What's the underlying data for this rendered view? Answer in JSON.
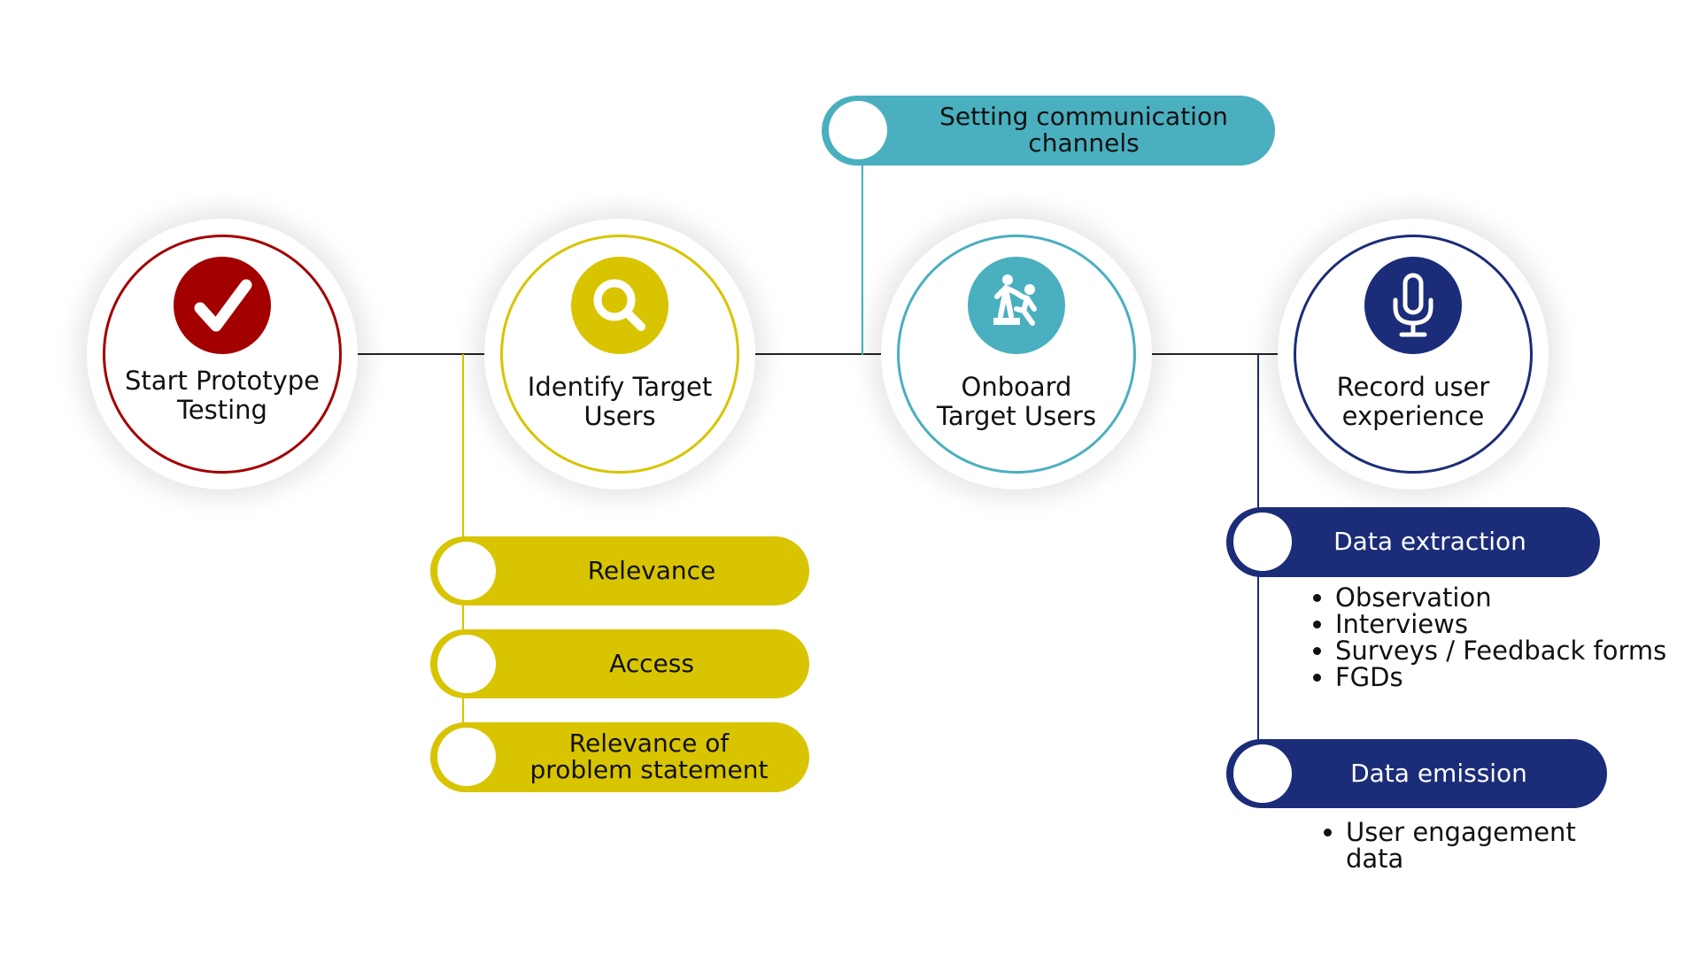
{
  "colors": {
    "red": "#A30000",
    "yellow": "#D8C400",
    "teal": "#4AAFBF",
    "navy": "#1B2C78",
    "connector": "#222222"
  },
  "nodes": [
    {
      "label_line1": "Start Prototype",
      "label_line2": "Testing",
      "icon": "checkmark-icon"
    },
    {
      "label_line1": "Identify Target",
      "label_line2": "Users",
      "icon": "magnifier-icon"
    },
    {
      "label_line1": "Onboard",
      "label_line2": "Target Users",
      "icon": "helping-hand-icon"
    },
    {
      "label_line1": "Record user",
      "label_line2": "experience",
      "icon": "microphone-icon"
    }
  ],
  "identify_branch": [
    {
      "line1": "Relevance",
      "line2": ""
    },
    {
      "line1": "Access",
      "line2": ""
    },
    {
      "line1": "Relevance of",
      "line2": "problem statement"
    }
  ],
  "onboard_branch": {
    "line1": "Setting communication",
    "line2": "channels"
  },
  "record_branch": {
    "extraction": {
      "title": "Data extraction",
      "items": [
        "Observation",
        "Interviews",
        "Surveys / Feedback forms",
        "FGDs"
      ]
    },
    "emission": {
      "title": "Data emission",
      "items_line1": "User engagement",
      "items_line2": "data"
    }
  }
}
